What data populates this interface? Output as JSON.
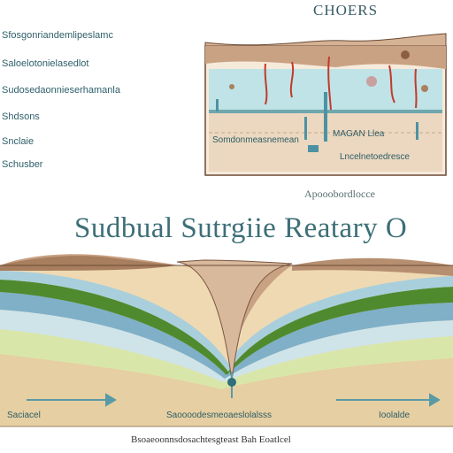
{
  "header": {
    "title": "CHOERS"
  },
  "left_labels": [
    "Sfosgonriandemlipeslamc",
    "Saloelotonielasedlot",
    "Sudosedaonnieserhamanla",
    "Shdsons",
    "Snclaie",
    "Schusber"
  ],
  "inset": {
    "label_left": "Somdonmeasnemean",
    "label_center": "MAGAN Llea",
    "label_right": "Lncelnetoedresce",
    "caption": "Apooobordlocce"
  },
  "main": {
    "title": "Sudbual Sutrgiie Reatary O"
  },
  "cross_section": {
    "label_left": "Saciacel",
    "label_center": "Saoooodesmeoaeslolalsss",
    "label_right": "Ioolalde"
  },
  "footer": {
    "caption": "Bsoaeoonnsdosachtesgteast Bah Eoatlcel"
  },
  "colors": {
    "title": "#3d6f77",
    "water": "#bfe3e6",
    "soil": "#d7b79a",
    "green_layer": "#4f8a2f",
    "blue_layer": "#7fb0c8",
    "sand": "#efd9b2"
  }
}
